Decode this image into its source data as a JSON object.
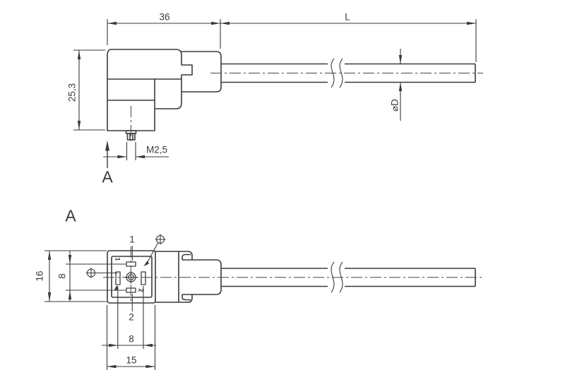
{
  "colors": {
    "line": "#3a3a3a",
    "background": "#ffffff"
  },
  "side_view": {
    "dim_width": "36",
    "dim_length": "L",
    "dim_height": "25,3",
    "dim_thread": "M2,5",
    "dim_cable_diameter": "⌀D",
    "view_arrow_label": "A"
  },
  "front_view": {
    "view_label": "A",
    "dim_height": "16",
    "dim_pin_pitch_vertical": "8",
    "dim_pin_pitch_horizontal": "8",
    "dim_width": "15",
    "pin1_callout": "1",
    "pin2_callout": "2",
    "face_pin1": "1",
    "face_pin2": "2",
    "symbols": {
      "ground_screw": "circle-cross-screw"
    }
  }
}
